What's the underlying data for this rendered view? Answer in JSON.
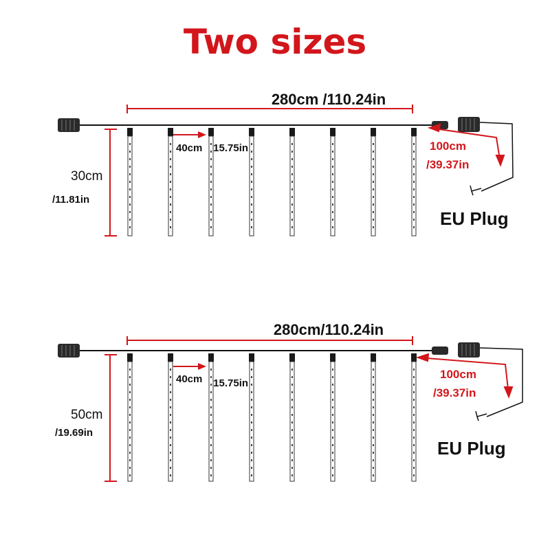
{
  "title": "Two sizes",
  "colors": {
    "accent": "#d2161b",
    "line": "#111111"
  },
  "diagrams": [
    {
      "length_label_a": "280cm /110.24in",
      "spacing_a": "40cm",
      "spacing_b": "/15.75in",
      "tube_len_a": "30cm",
      "tube_len_b": "/11.81in",
      "lead_a": "100cm",
      "lead_b": "/39.37in",
      "plug_label": "EU Plug",
      "tube_count": 8
    },
    {
      "length_label_a": "280cm/110.24in",
      "spacing_a": "40cm",
      "spacing_b": "/15.75in",
      "tube_len_a": "50cm",
      "tube_len_b": "/19.69in",
      "lead_a": "100cm",
      "lead_b": "/39.37in",
      "plug_label": "EU Plug",
      "tube_count": 8
    }
  ]
}
